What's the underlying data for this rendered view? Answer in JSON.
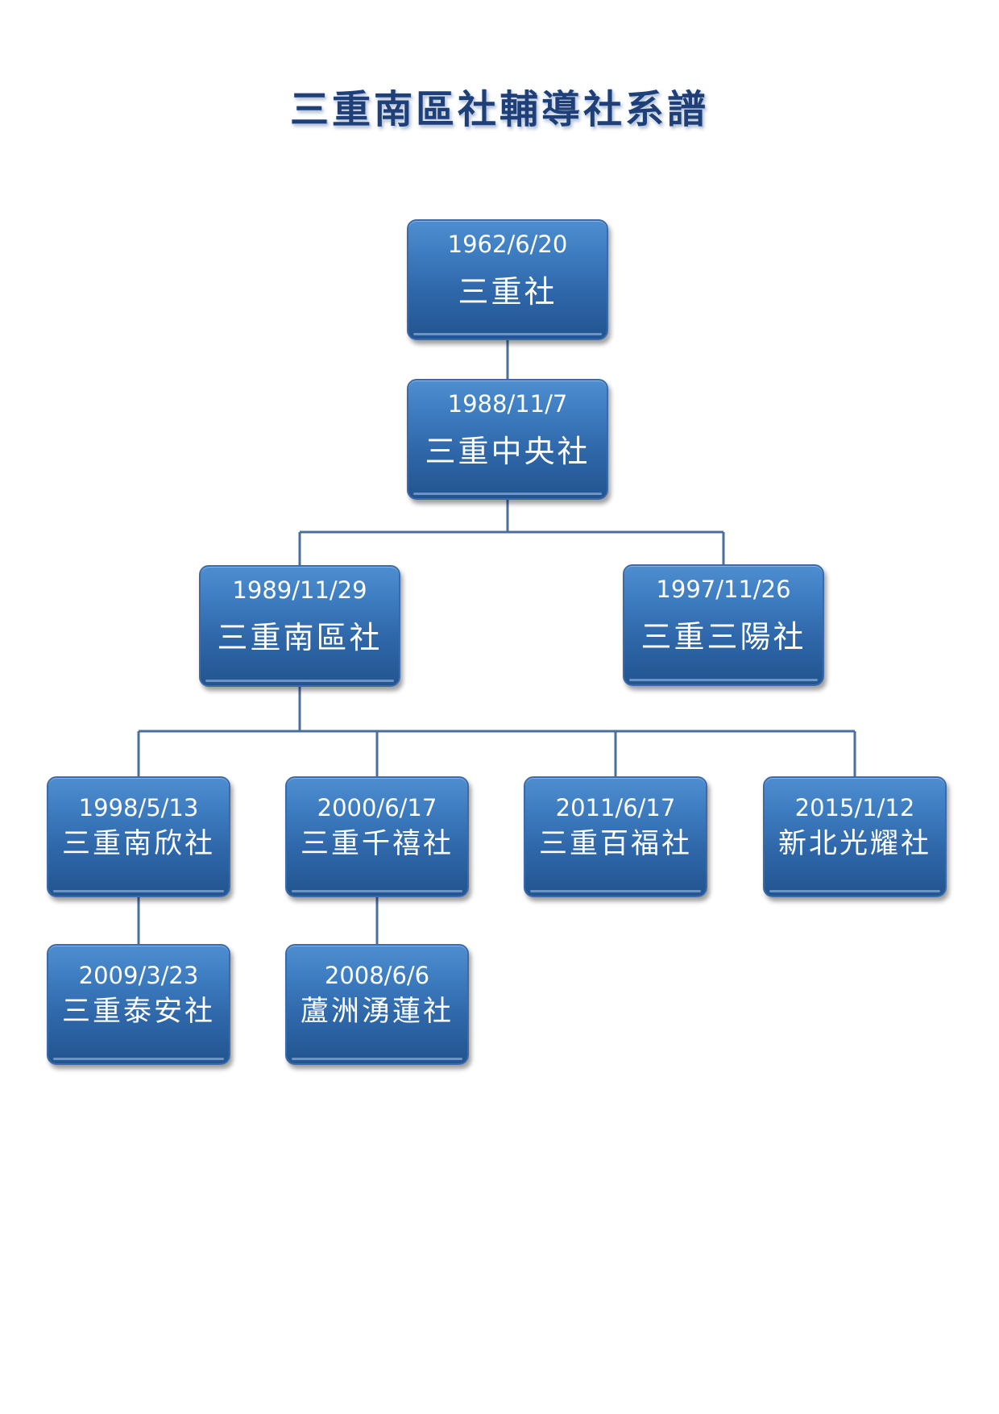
{
  "title": "三重南區社輔導社系譜",
  "clubs": {
    "sanchong": {
      "date": "1962/6/20",
      "name": "三重社"
    },
    "sanchong_central": {
      "date": "1988/11/7",
      "name": "三重中央社"
    },
    "sanchong_south": {
      "date": "1989/11/29",
      "name": "三重南區社"
    },
    "sanchong_sanyang": {
      "date": "1997/11/26",
      "name": "三重三陽社"
    },
    "sanchong_nanxin": {
      "date": "1998/5/13",
      "name": "三重南欣社"
    },
    "sanchong_qianxi": {
      "date": "2000/6/17",
      "name": "三重千禧社"
    },
    "sanchong_baifu": {
      "date": "2011/6/17",
      "name": "三重百福社"
    },
    "xinbei_guangyao": {
      "date": "2015/1/12",
      "name": "新北光耀社"
    },
    "sanchong_taian": {
      "date": "2009/3/23",
      "name": "三重泰安社"
    },
    "luzhou_yonglian": {
      "date": "2008/6/6",
      "name": "蘆洲湧蓮社"
    }
  },
  "colors": {
    "node_fill": "#2e66a8",
    "connector": "#4a6f9e",
    "title": "#1f3f78"
  }
}
